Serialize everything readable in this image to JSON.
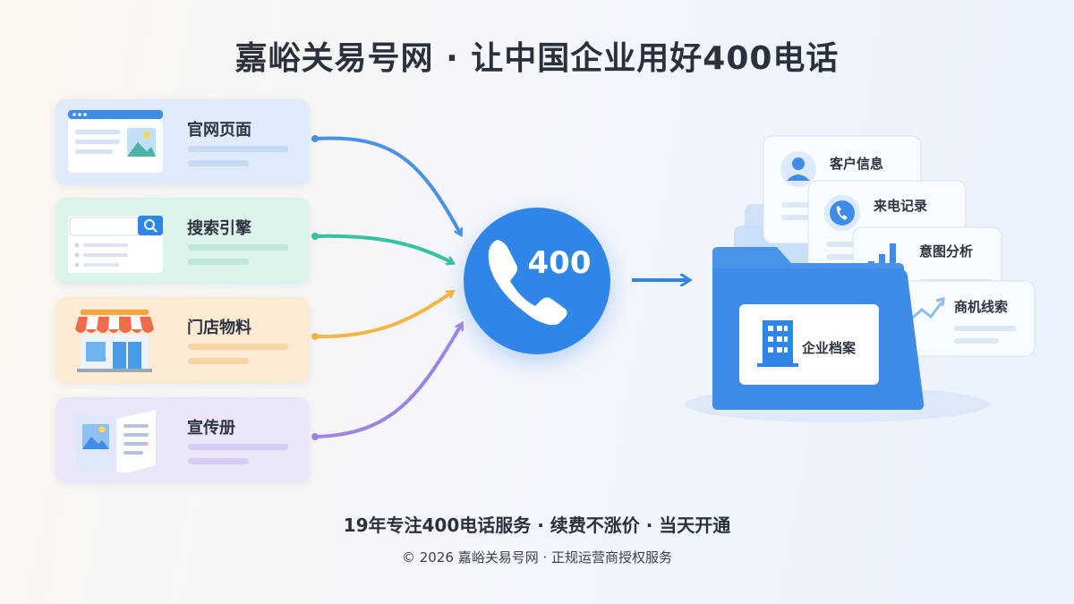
{
  "title": "嘉峪关易号网 · 让中国企业用好400电话",
  "sources": [
    {
      "label": "官网页面",
      "icon": "browser-page-icon",
      "color": "#4a90e2"
    },
    {
      "label": "搜索引擎",
      "icon": "search-bar-icon",
      "color": "#35c2a0"
    },
    {
      "label": "门店物料",
      "icon": "storefront-icon",
      "color": "#f5b445"
    },
    {
      "label": "宣传册",
      "icon": "brochure-icon",
      "color": "#9d84e0"
    }
  ],
  "hub": {
    "number": "400",
    "icon": "phone-handset-icon",
    "color": "#2f86e8"
  },
  "folder": {
    "label": "企业档案",
    "icon": "building-icon"
  },
  "documents": [
    {
      "label": "客户信息",
      "icon": "user-avatar-icon"
    },
    {
      "label": "来电记录",
      "icon": "phone-circle-icon"
    },
    {
      "label": "意图分析",
      "icon": "bar-chart-icon"
    },
    {
      "label": "商机线索",
      "icon": "trend-line-icon"
    }
  ],
  "slogan": "19年专注400电话服务 · 续费不涨价 · 当天开通",
  "copyright": "© 2026 嘉峪关易号网 · 正规运营商授权服务"
}
